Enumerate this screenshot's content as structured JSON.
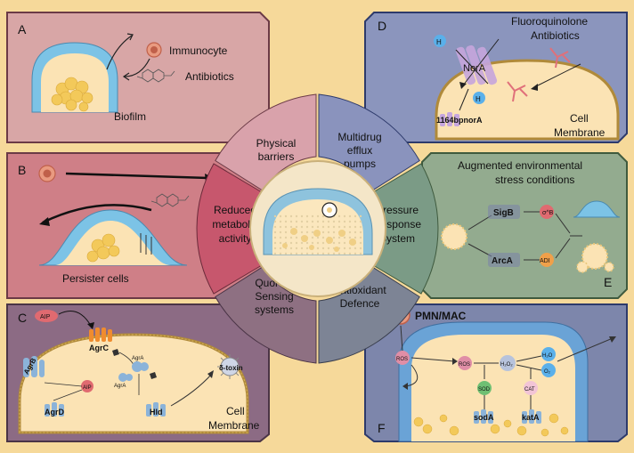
{
  "panels": {
    "A": {
      "letter": "A",
      "immunocyte": "Immunocyte",
      "antibiotics": "Antibiotics",
      "biofilm": "Biofilm"
    },
    "B": {
      "letter": "B",
      "persister": "Persister cells"
    },
    "C": {
      "letter": "C",
      "aip_top": "AIP",
      "agrc": "AgrC",
      "agrb": "AgrB",
      "agra_1": "AgrA",
      "agra_2": "AgrA",
      "aip_mid": "AIP",
      "delta_toxin": "δ-toxin",
      "agrd": "AgrD",
      "hld": "Hld",
      "membrane_line1": "Cell",
      "membrane_line2": "Membrane"
    },
    "D": {
      "letter": "D",
      "title_line1": "Fluoroquinolone",
      "title_line2": "Antibiotics",
      "h_out": "H",
      "h_in": "H",
      "nora": "NorA",
      "gene": "1164bpnorA",
      "membrane_line1": "Cell",
      "membrane_line2": "Membrane"
    },
    "E": {
      "letter": "E",
      "title_line1": "Augmented environmental",
      "title_line2": "stress conditions",
      "sigb": "SigB",
      "sigma": "σ^B",
      "arca": "ArcA",
      "adi": "ADI"
    },
    "F": {
      "letter": "F",
      "pmn": "PMN/MAC",
      "ros_1": "ROS",
      "ros_2": "ROS",
      "h2o2": "H₂O₂",
      "h2o": "H₂O",
      "o2": "O₂",
      "sod": "SOD",
      "cat": "CAT",
      "soda": "sodA",
      "kata": "katA"
    }
  },
  "wheel": {
    "physical": [
      "Physical",
      "barriers"
    ],
    "efflux": [
      "Multidrug",
      "efflux",
      "pumps"
    ],
    "pressure": [
      "Pressure",
      "Response",
      "System"
    ],
    "antioxidant": [
      "Antioxidant",
      "Defence"
    ],
    "quorum": [
      "Quorum",
      "Sensing",
      "systems"
    ],
    "metabolic": [
      "Reduced",
      "metabolic",
      "activity"
    ]
  },
  "colors": {
    "background": "#f6d99a",
    "panel_a": "#d8a6a6",
    "panel_b": "#cf7f87",
    "panel_c": "#8c6b84",
    "panel_d": "#8b95bd",
    "panel_e": "#93ab8f",
    "panel_f": "#7d86ab",
    "seg_physical": "#d9a2ab",
    "seg_efflux": "#8a93bd",
    "seg_pressure": "#7b9b86",
    "seg_antioxidant": "#7d8495",
    "seg_quorum": "#8e7082",
    "seg_metabolic": "#c7576d"
  }
}
